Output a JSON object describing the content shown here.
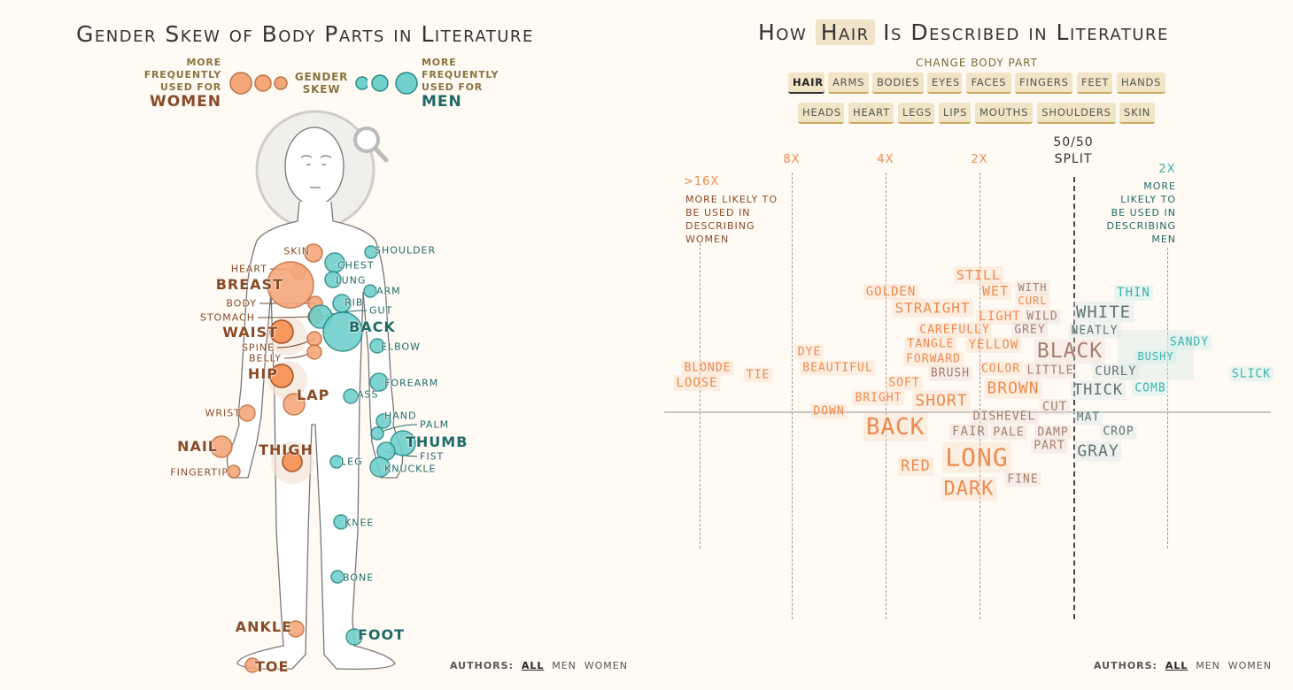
{
  "left": {
    "title": "Gender Skew of Body Parts in Literature",
    "legend": {
      "women_note": [
        "MORE",
        "FREQUENTLY",
        "USED FOR"
      ],
      "women": "WOMEN",
      "center": [
        "GENDER",
        "SKEW"
      ],
      "men_note": [
        "MORE",
        "FREQUENTLY",
        "USED FOR"
      ],
      "men": "MEN",
      "women_color": "#f6a77a",
      "men_color": "#6fd0cc"
    },
    "women_parts": [
      "SKIN",
      "HEART",
      "BREAST",
      "BODY",
      "STOMACH",
      "WAIST",
      "SPINE",
      "BELLY",
      "HIP",
      "LAP",
      "WRIST",
      "NAIL",
      "FINGERTIP",
      "THIGH",
      "ANKLE",
      "TOE"
    ],
    "men_parts": [
      "SHOULDER",
      "CHEST",
      "LUNG",
      "ARM",
      "RIB",
      "GUT",
      "BACK",
      "ELBOW",
      "FOREARM",
      "ASS",
      "HAND",
      "PALM",
      "THUMB",
      "FIST",
      "KNUCKLE",
      "LEG",
      "KNEE",
      "BONE",
      "FOOT"
    ],
    "authors": {
      "label": "AUTHORS:",
      "options": [
        "ALL",
        "MEN",
        "WOMEN"
      ],
      "selected": "ALL"
    }
  },
  "right": {
    "title_pre": "How",
    "title_part": "Hair",
    "title_post": "Is Described in Literature",
    "change_label": "CHANGE BODY PART",
    "buttons_row1": [
      "HAIR",
      "ARMS",
      "BODIES",
      "EYES",
      "FACES",
      "FINGERS",
      "FEET",
      "HANDS"
    ],
    "buttons_row2": [
      "HEADS",
      "HEART",
      "LEGS",
      "LIPS",
      "MOUTHS",
      "SHOULDERS",
      "SKIN"
    ],
    "selected": "HAIR",
    "axis": {
      "ticks": [
        ">16X",
        "8X",
        "4X",
        "2X"
      ],
      "center": [
        "50/50",
        "SPLIT"
      ],
      "men_tick": "2X",
      "women_note": [
        "MORE LIKELY TO",
        "BE USED IN",
        "DESCRIBING",
        "WOMEN"
      ],
      "men_note": [
        "MORE",
        "LIKELY TO",
        "BE USED IN",
        "DESCRIBING",
        "MEN"
      ]
    },
    "words": [
      {
        "text": "STILL",
        "skew": "women"
      },
      {
        "text": "GOLDEN",
        "skew": "women"
      },
      {
        "text": "WET",
        "skew": "women"
      },
      {
        "text": "WITH",
        "skew": "neutral"
      },
      {
        "text": "CURL",
        "skew": "women"
      },
      {
        "text": "STRAIGHT",
        "skew": "women"
      },
      {
        "text": "LIGHT",
        "skew": "women"
      },
      {
        "text": "WILD",
        "skew": "neutral"
      },
      {
        "text": "WHITE",
        "skew": "men"
      },
      {
        "text": "THIN",
        "skew": "strong-men"
      },
      {
        "text": "CAREFULLY",
        "skew": "women"
      },
      {
        "text": "GREY",
        "skew": "neutral"
      },
      {
        "text": "NEATLY",
        "skew": "men"
      },
      {
        "text": "TANGLE",
        "skew": "women"
      },
      {
        "text": "YELLOW",
        "skew": "women"
      },
      {
        "text": "BLACK",
        "skew": "neutral"
      },
      {
        "text": "SANDY",
        "skew": "strong-men"
      },
      {
        "text": "DYE",
        "skew": "women"
      },
      {
        "text": "FORWARD",
        "skew": "women"
      },
      {
        "text": "BUSHY",
        "skew": "strong-men"
      },
      {
        "text": "BEAUTIFUL",
        "skew": "women"
      },
      {
        "text": "BLONDE",
        "skew": "women"
      },
      {
        "text": "TIE",
        "skew": "women"
      },
      {
        "text": "BRUSH",
        "skew": "neutral"
      },
      {
        "text": "COLOR",
        "skew": "women"
      },
      {
        "text": "LITTLE",
        "skew": "neutral"
      },
      {
        "text": "CURLY",
        "skew": "men"
      },
      {
        "text": "SLICK",
        "skew": "strong-men"
      },
      {
        "text": "LOOSE",
        "skew": "women"
      },
      {
        "text": "SOFT",
        "skew": "women"
      },
      {
        "text": "BROWN",
        "skew": "women"
      },
      {
        "text": "THICK",
        "skew": "men"
      },
      {
        "text": "COMB",
        "skew": "strong-men"
      },
      {
        "text": "BRIGHT",
        "skew": "women"
      },
      {
        "text": "SHORT",
        "skew": "women"
      },
      {
        "text": "CUT",
        "skew": "neutral"
      },
      {
        "text": "DOWN",
        "skew": "women"
      },
      {
        "text": "DISHEVEL",
        "skew": "neutral"
      },
      {
        "text": "MAT",
        "skew": "men"
      },
      {
        "text": "BACK",
        "skew": "women"
      },
      {
        "text": "FAIR",
        "skew": "neutral"
      },
      {
        "text": "PALE",
        "skew": "neutral"
      },
      {
        "text": "DAMP",
        "skew": "neutral"
      },
      {
        "text": "CROP",
        "skew": "men"
      },
      {
        "text": "PART",
        "skew": "neutral"
      },
      {
        "text": "GRAY",
        "skew": "men"
      },
      {
        "text": "LONG",
        "skew": "women"
      },
      {
        "text": "RED",
        "skew": "women"
      },
      {
        "text": "FINE",
        "skew": "neutral"
      },
      {
        "text": "DARK",
        "skew": "women"
      }
    ],
    "authors": {
      "label": "AUTHORS:",
      "options": [
        "ALL",
        "MEN",
        "WOMEN"
      ],
      "selected": "ALL"
    }
  }
}
